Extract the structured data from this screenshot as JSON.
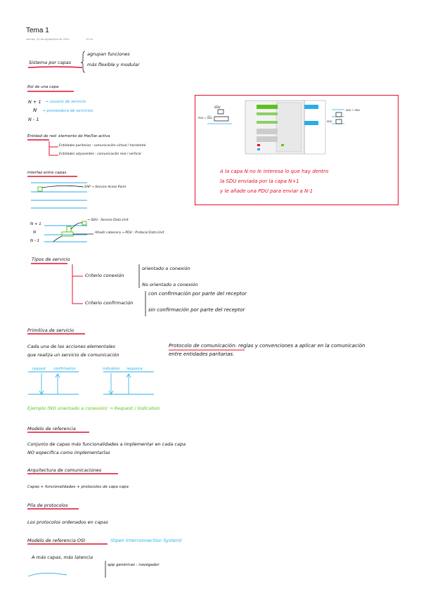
{
  "note": {
    "title": "Tema 1",
    "date": "viernes, 20 de septiembre de 2024",
    "time": "12:16"
  },
  "sections": {
    "capas": {
      "heading": "Sistema por capas",
      "items": [
        "agrupan funciones",
        "más flexible y modular"
      ]
    },
    "rol": {
      "heading": "Rol de una capa",
      "n_plus": "N + 1",
      "n_plus_desc": "→ usuario de servicio",
      "n": "N",
      "n_desc": "→ proveedora de servicios",
      "n_minus": "N - 1"
    },
    "entidad": {
      "heading_main": "Entidad de red",
      "heading_rest": ": elemento de Hw/Sw activa",
      "items": [
        "Entidades paritarias : comunicación virtual / horizontal",
        "Entidades adyacentes : comunicación real / vertical"
      ]
    },
    "interfaz": {
      "heading": "Interfaz entre capas",
      "sap": "SAP → Service Acess Point"
    },
    "sdu": {
      "n_plus": "N + 1",
      "n": "N",
      "n_minus": "N - 1",
      "sdu_label": "→ SDU : Service Data Unit",
      "pdu_label": "Añadir cabecera → PDU : Protocol Data Unit"
    },
    "box": {
      "lines": [
        "A la capa N no le interesa lo que hay dentro",
        "la SDU enviada por la capa N+1",
        "y le añade una PDU para enviar a N-1"
      ],
      "left_sdu": "SDU",
      "left_pdu": "PDU + SDU",
      "right_sdu": "SDU + PDU",
      "right_pdu": "SDU"
    },
    "tipos": {
      "heading": "Tipos de servicio",
      "criterio1": "Criterio conexión",
      "c1_items": [
        "orientado a conexión",
        "No orientado a conexión"
      ],
      "criterio2": "Criterio confirmación",
      "c2_items": [
        "con confirmación por parte del receptor",
        "sin confirmación por parte del receptor"
      ]
    },
    "primitiva": {
      "heading": "Primitiva de servicio",
      "desc_line1": "Cada una de las acciones elementales",
      "desc_line2": "que realiza un servicio de comunicación",
      "protocolo_title": "Protocolo de comunicación",
      "protocolo_line1": ": reglas y convenciones a aplicar en la comunicación",
      "protocolo_line2": "entre entidades paritarias.",
      "labels": [
        "request",
        "confirmation",
        "indication",
        "responce"
      ],
      "ejemplo": "Ejemplo (NO orientado a conexión) → Request / Indication"
    },
    "modelo": {
      "heading": "Modelo de referencia",
      "line1": "Conjunto de capas más funcionalidades a implementar en cada capa",
      "line2": "NO especifica como implementarlas"
    },
    "arquitectura": {
      "heading": "Arquitectura de comunicaciones",
      "line1": "Capas + funcionalidades + protocolos de capa capa"
    },
    "pila": {
      "heading": "Pila de protocolos",
      "line1": "Los protocolos ordenados en capas"
    },
    "osi": {
      "heading": "Modelo de referencia OSI",
      "subtitle": "(Open Interconnection System)",
      "line1": "A más capas, más latencia",
      "line2": "app genéricas : navegador"
    }
  },
  "colors": {
    "red": "#e0102a",
    "blue": "#27aee8",
    "green": "#5cc21d",
    "ink": "#111111"
  }
}
